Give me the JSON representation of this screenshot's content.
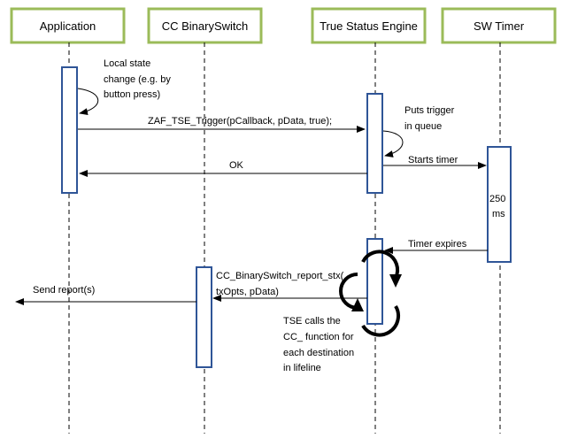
{
  "participants": [
    {
      "id": "app",
      "label": "Application"
    },
    {
      "id": "cc",
      "label": "CC BinarySwitch"
    },
    {
      "id": "tse",
      "label": "True Status Engine"
    },
    {
      "id": "timer",
      "label": "SW Timer"
    }
  ],
  "messages": {
    "local_change": [
      "Local state",
      "change (e.g. by",
      "button press)"
    ],
    "trigger": "ZAF_TSE_Trigger(pCallback, pData, true);",
    "puts_queue": [
      "Puts trigger",
      "in queue"
    ],
    "starts_timer": "Starts timer",
    "ok": "OK",
    "timer_duration": [
      "250",
      "ms"
    ],
    "timer_expires": "Timer expires",
    "report_call": [
      "CC_BinarySwitch_report_stx(",
      "txOpts, pData)"
    ],
    "send_report": "Send report(s)",
    "tse_calls": [
      "TSE calls the",
      "CC_ function for",
      "each destination",
      "in lifeline"
    ]
  },
  "colors": {
    "header_border": "#9bbb59",
    "activation_border": "#2f5597",
    "line": "#000000"
  }
}
